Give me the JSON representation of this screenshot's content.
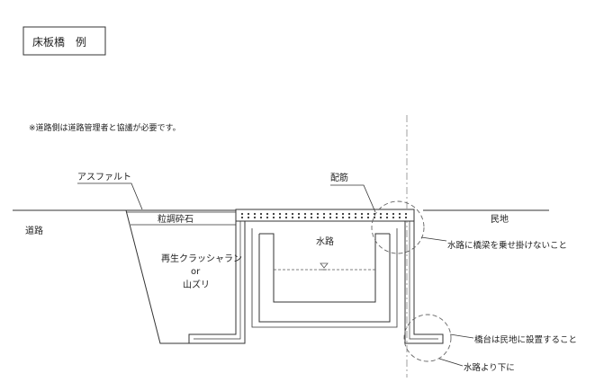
{
  "title": "床板橋　例",
  "note": "※道路側は道路管理者と協議が必要です。",
  "labels": {
    "asphalt": "アスファルト",
    "road": "道路",
    "graded_gravel": "粒調砕石",
    "recycled_crusher_run": "再生クラッシャラン",
    "or": "or",
    "pit_gravel": "山ズリ",
    "rebar": "配筋",
    "waterway": "水路",
    "private_land": "民地",
    "callout_no_load_on_channel": "水路に橋梁を乗せ掛けないこと",
    "callout_abutment_on_private_land": "橋台は民地に設置すること",
    "callout_below_waterway": "水路より下に"
  }
}
